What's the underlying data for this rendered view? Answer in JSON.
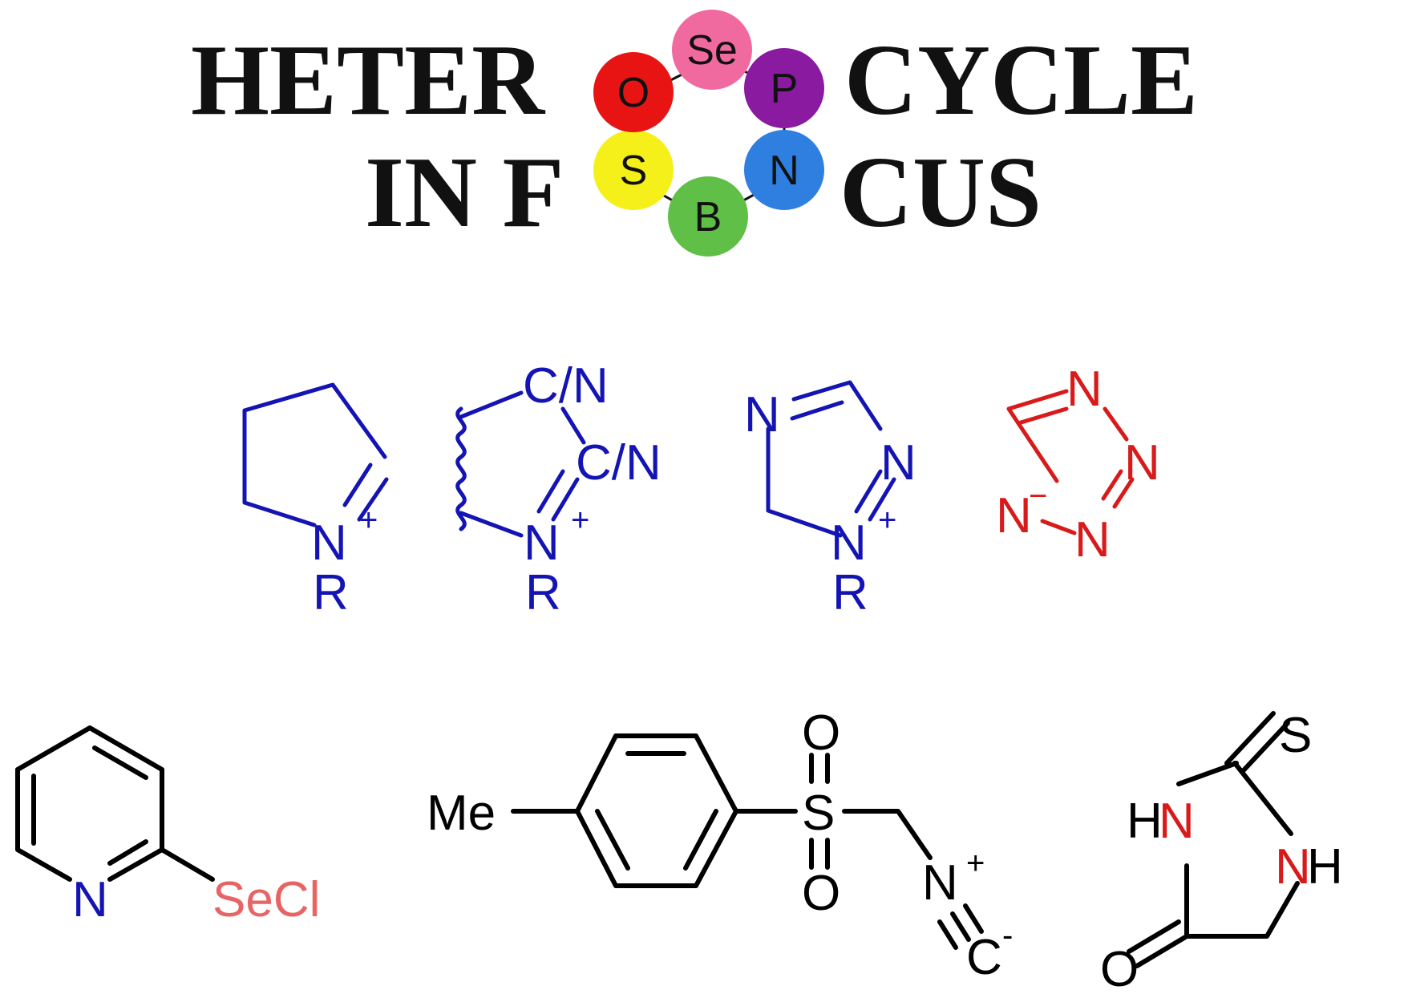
{
  "colors": {
    "title": "#111111",
    "blue": "#1414b4",
    "red": "#d91a1a",
    "salmon": "#e86464",
    "black": "#000000",
    "orb_se": "#f06aa0",
    "orb_p": "#8a1aa0",
    "orb_n": "#2f7fe0",
    "orb_b": "#5fbf46",
    "orb_s": "#f5f01a",
    "orb_o": "#e81414"
  },
  "logo": {
    "line1_left": "HETER",
    "line1_right": "CYCLE",
    "line2_left": "IN F",
    "line2_right": "CUS",
    "orbs": {
      "se": "Se",
      "p": "P",
      "n": "N",
      "b": "B",
      "s": "S",
      "o": "O"
    }
  },
  "structures": {
    "pyrrolinium": {
      "n": "N",
      "plus": "+",
      "r": "R"
    },
    "dicyano": {
      "cn1": "C/N",
      "cn2": "C/N",
      "n": "N",
      "plus": "+",
      "r": "R"
    },
    "triazolium": {
      "n_left": "N",
      "n_right": "N",
      "n_bottom": "N",
      "plus": "+",
      "r": "R"
    },
    "tetrazolate": {
      "n_top": "N",
      "n_right": "N",
      "n_bottom": "N",
      "n_left": "N",
      "minus": "−"
    },
    "pyridine_secl": {
      "n": "N",
      "secl": "SeCl"
    },
    "tosmic": {
      "me": "Me",
      "o_top": "O",
      "s": "S",
      "o_bottom": "O",
      "n": "N",
      "plus": "+",
      "c": "C",
      "minus": "-"
    },
    "thiohydantoin": {
      "s": "S",
      "h_left": "H",
      "n_left": "N",
      "n_right": "N",
      "h_right": "H",
      "o": "O"
    }
  }
}
